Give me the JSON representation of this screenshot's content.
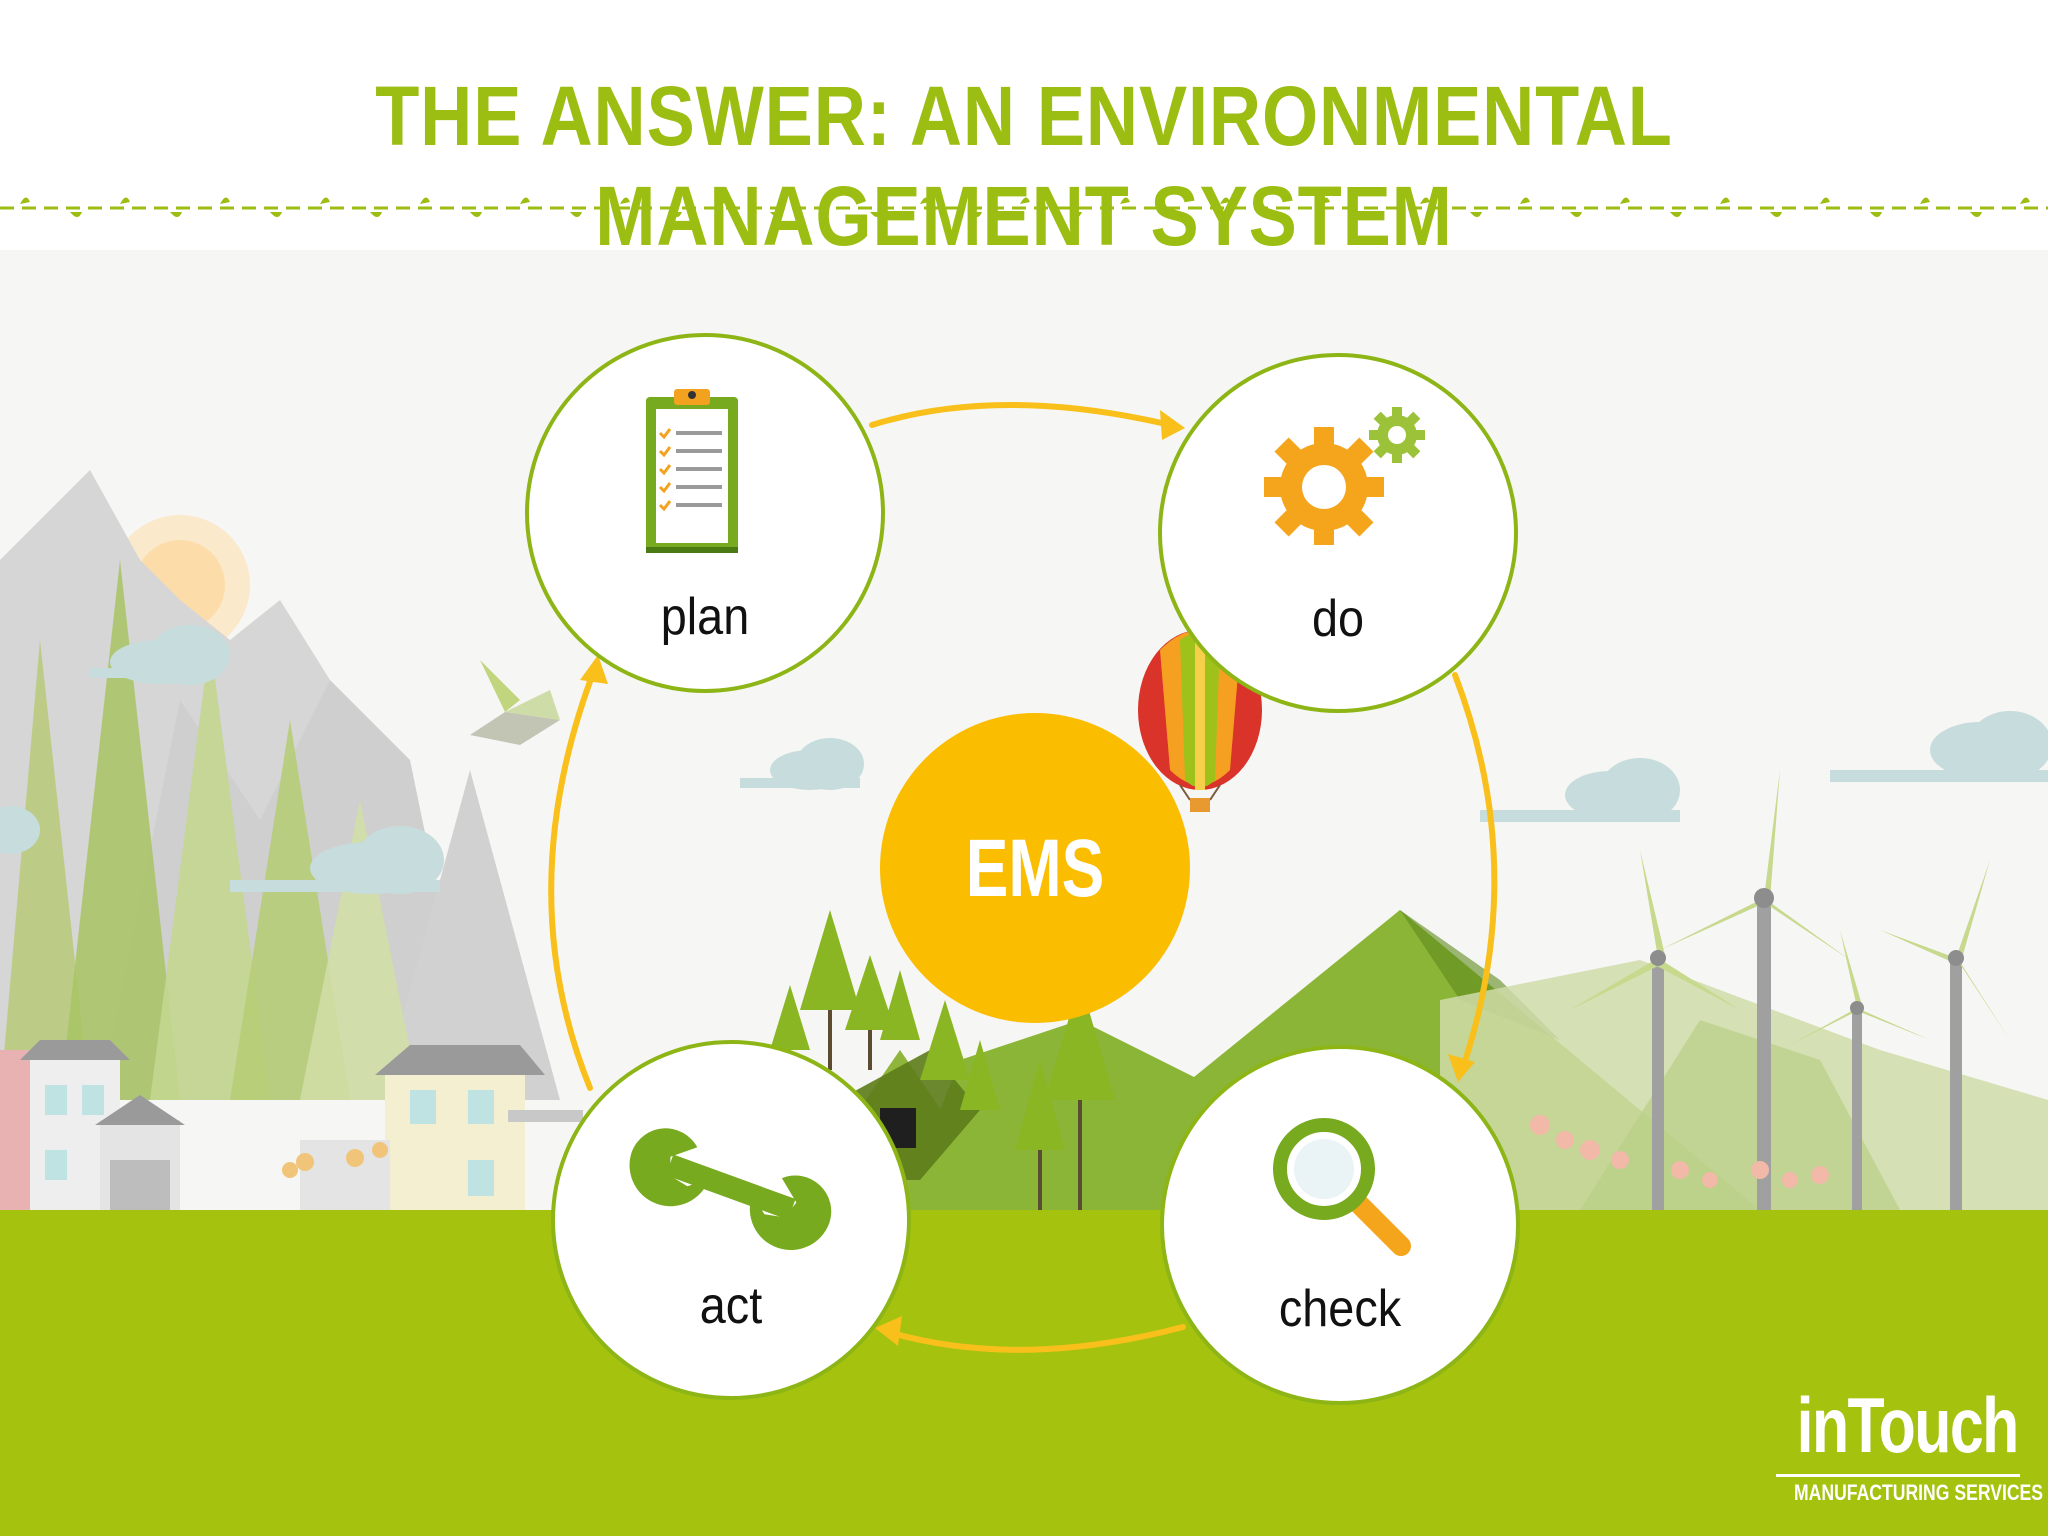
{
  "title": "THE ANSWER: AN ENVIRONMENTAL MANAGEMENT SYSTEM",
  "center_label": "EMS",
  "cycle": [
    {
      "label": "plan",
      "icon": "clipboard-checklist-icon"
    },
    {
      "label": "do",
      "icon": "gears-icon"
    },
    {
      "label": "check",
      "icon": "magnifying-glass-icon"
    },
    {
      "label": "act",
      "icon": "wrench-icon"
    }
  ],
  "logo": {
    "name": "inTouch",
    "tagline": "MANUFACTURING SERVICES"
  },
  "colors": {
    "title_green": "#9cbd12",
    "ring_green": "#8db516",
    "arrow_yellow": "#f9c01b",
    "center_yellow": "#fbbd00",
    "ground_green": "#a4c20e"
  }
}
